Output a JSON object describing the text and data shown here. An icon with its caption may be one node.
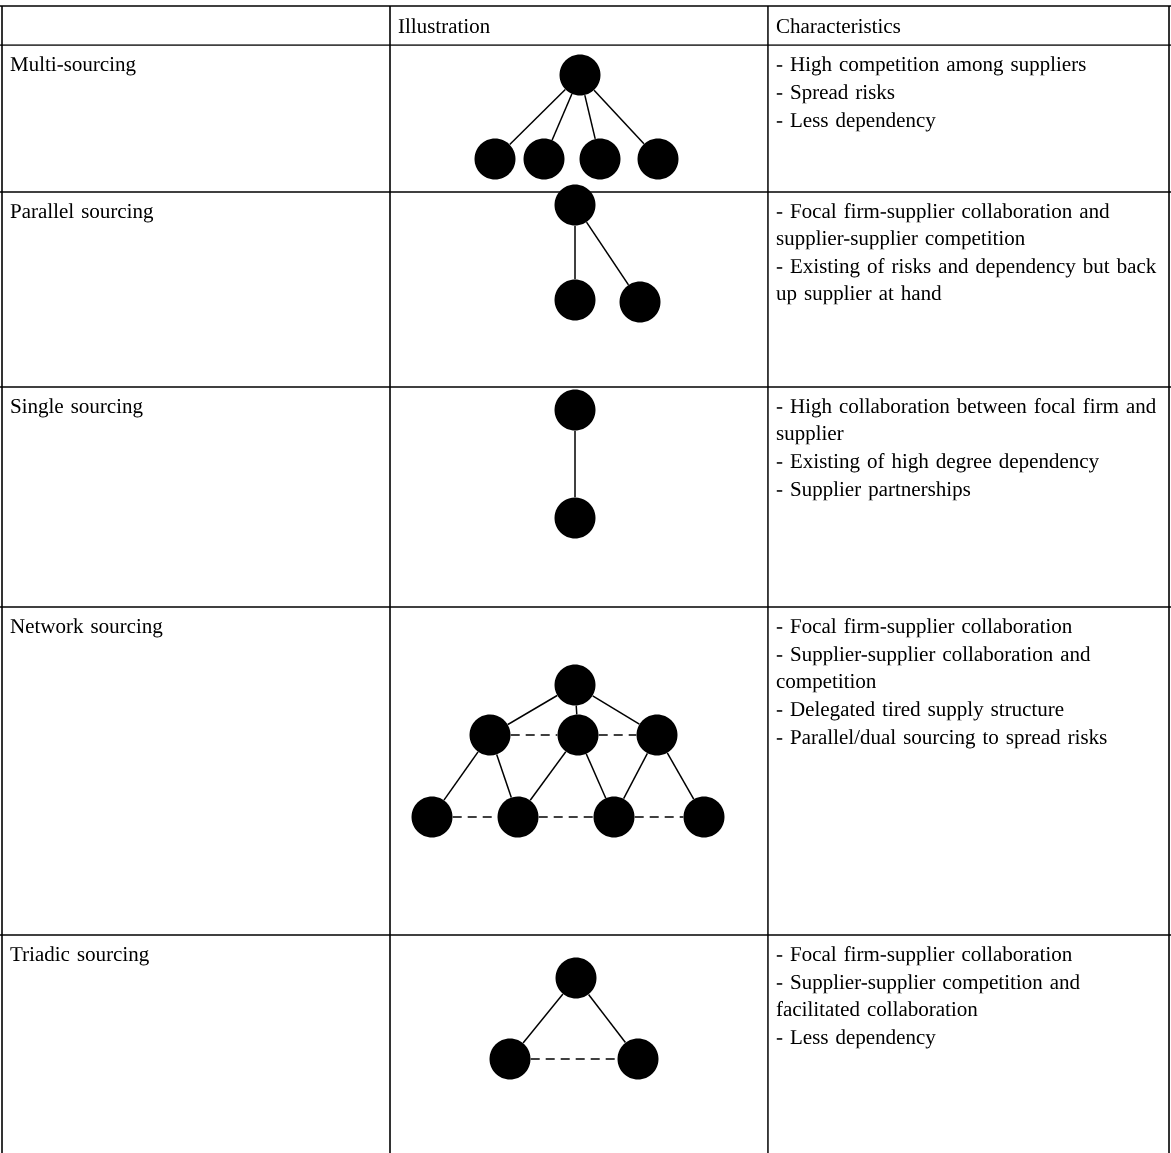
{
  "diagram": {
    "nodes": [
      {
        "text": [],
        "shape": "circle"
      },
      {
        "text": [],
        "shape": "circle"
      },
      {
        "text": [],
        "shape": "circle"
      },
      {
        "text": [],
        "shape": "circle"
      },
      {
        "text": [],
        "shape": "circle"
      },
      {
        "text": [],
        "shape": "circle"
      },
      {
        "text": [],
        "shape": "circle"
      },
      {
        "text": [],
        "shape": "circle"
      },
      {
        "text": [],
        "shape": "circle"
      },
      {
        "text": [],
        "shape": "circle"
      },
      {
        "text": [],
        "shape": "circle"
      },
      {
        "text": [],
        "shape": "circle"
      },
      {
        "text": [],
        "shape": "circle"
      },
      {
        "text": [],
        "shape": "circle"
      },
      {
        "text": [],
        "shape": "circle"
      },
      {
        "text": [],
        "shape": "circle"
      },
      {
        "text": [],
        "shape": "circle"
      },
      {
        "text": [],
        "shape": "circle"
      },
      {
        "text": [],
        "shape": "circle"
      },
      {
        "text": [],
        "shape": "circle"
      },
      {
        "text": [],
        "shape": "circle"
      }
    ],
    "edges": [
      {
        "from": 0,
        "to": 1,
        "arrow": "none"
      },
      {
        "from": 0,
        "to": 2,
        "arrow": "none"
      },
      {
        "from": 0,
        "to": 3,
        "arrow": "none"
      },
      {
        "from": 0,
        "to": 4,
        "arrow": "none"
      },
      {
        "from": 5,
        "to": 6,
        "arrow": "none"
      },
      {
        "from": 5,
        "to": 7,
        "arrow": "none"
      },
      {
        "from": 8,
        "to": 9,
        "arrow": "none"
      },
      {
        "from": 10,
        "to": 11,
        "arrow": "none"
      },
      {
        "from": 10,
        "to": 12,
        "arrow": "none"
      },
      {
        "from": 10,
        "to": 13,
        "arrow": "none"
      },
      {
        "from": 11,
        "to": 12,
        "arrow": "none",
        "style": "dashed"
      },
      {
        "from": 12,
        "to": 13,
        "arrow": "none",
        "style": "dashed"
      },
      {
        "from": 11,
        "to": 14,
        "arrow": "none"
      },
      {
        "from": 11,
        "to": 15,
        "arrow": "none"
      },
      {
        "from": 12,
        "to": 15,
        "arrow": "none"
      },
      {
        "from": 12,
        "to": 16,
        "arrow": "none"
      },
      {
        "from": 13,
        "to": 16,
        "arrow": "none"
      },
      {
        "from": 13,
        "to": 17,
        "arrow": "none"
      },
      {
        "from": 14,
        "to": 15,
        "arrow": "none",
        "style": "dashed"
      },
      {
        "from": 15,
        "to": 16,
        "arrow": "none",
        "style": "dashed"
      },
      {
        "from": 16,
        "to": 17,
        "arrow": "none",
        "style": "dashed"
      },
      {
        "from": 18,
        "to": 19,
        "arrow": "none"
      },
      {
        "from": 18,
        "to": 20,
        "arrow": "none"
      },
      {
        "from": 19,
        "to": 20,
        "arrow": "none",
        "style": "dashed"
      }
    ],
    "labels": [
      "Illustration",
      "Characteristics",
      "Multi-sourcing",
      "- High competition among suppliers",
      "- Spread risks",
      "- Less dependency",
      "Parallel sourcing",
      "- Focal firm-supplier collaboration and supplier-supplier competition",
      "- Existing of risks and dependency but back up supplier at hand",
      "Single sourcing",
      "- High collaboration between focal firm and supplier",
      "- Existing of high degree dependency",
      "- Supplier partnerships",
      "Network sourcing",
      "- Focal firm-supplier collaboration",
      "- Supplier-supplier collaboration and competition",
      "- Delegated tired supply structure",
      "- Parallel/dual sourcing to spread risks",
      "Triadic sourcing",
      "- Focal firm-supplier collaboration",
      "- Supplier-supplier competition and facilitated collaboration",
      "- Less dependency"
    ]
  }
}
